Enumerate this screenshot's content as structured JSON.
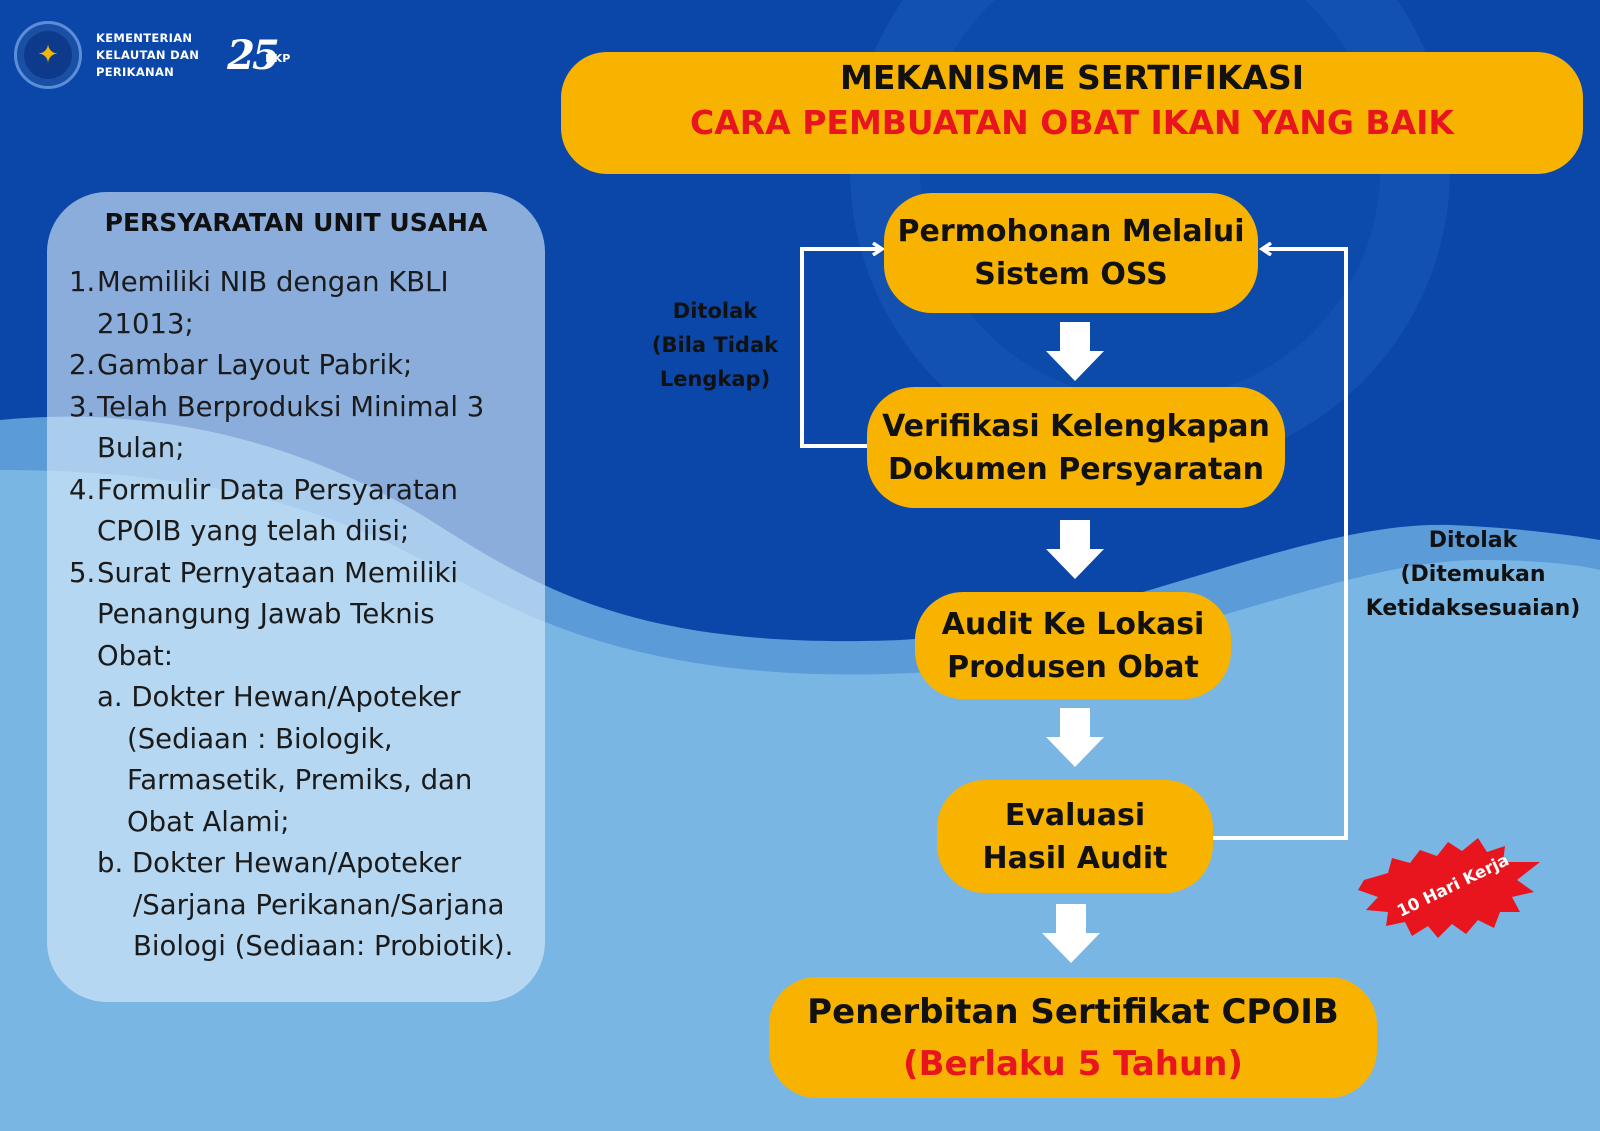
{
  "header": {
    "ministry_lines": [
      "KEMENTERIAN",
      "KELAUTAN DAN",
      "PERIKANAN"
    ],
    "anniversary_logo": "25",
    "anniversary_sub": "KKP"
  },
  "title": {
    "line1": "MEKANISME SERTIFIKASI",
    "line2": "CARA PEMBUATAN OBAT IKAN YANG BAIK"
  },
  "requirements": {
    "title": "PERSYARATAN UNIT USAHA",
    "items": [
      {
        "num": "1.",
        "lines": [
          "Memiliki NIB dengan KBLI",
          "21013;"
        ]
      },
      {
        "num": "2.",
        "lines": [
          "Gambar Layout Pabrik;"
        ]
      },
      {
        "num": "3.",
        "lines": [
          "Telah Berproduksi Minimal 3",
          "Bulan;"
        ]
      },
      {
        "num": "4.",
        "lines": [
          "Formulir Data Persyaratan",
          "CPOIB yang telah diisi;"
        ]
      },
      {
        "num": "5.",
        "lines": [
          "Surat Pernyataan Memiliki",
          "Penangung Jawab Teknis",
          "Obat:"
        ]
      }
    ],
    "sub_items": [
      {
        "lines": [
          "a. Dokter Hewan/Apoteker",
          "(Sediaan : Biologik,",
          "Farmasetik, Premiks, dan",
          "Obat Alami;"
        ]
      },
      {
        "lines": [
          "b. Dokter Hewan/Apoteker",
          "/Sarjana Perikanan/Sarjana",
          "Biologi (Sediaan: Probiotik)."
        ]
      }
    ]
  },
  "steps": [
    {
      "lines": [
        "Permohonan Melalui",
        "Sistem OSS"
      ]
    },
    {
      "lines": [
        "Verifikasi Kelengkapan",
        "Dokumen Persyaratan"
      ]
    },
    {
      "lines": [
        "Audit Ke Lokasi",
        "Produsen Obat"
      ]
    },
    {
      "lines": [
        "Evaluasi",
        "Hasil Audit"
      ]
    },
    {
      "lines": [
        "Penerbitan Sertifikat CPOIB",
        "(Berlaku 5 Tahun)"
      ]
    }
  ],
  "rejections": {
    "incomplete": [
      "Ditolak",
      "(Bila Tidak",
      "Lengkap)"
    ],
    "nonconformity": [
      "Ditolak",
      "(Ditemukan",
      "Ketidaksesuaian)"
    ]
  },
  "badge": {
    "text": "10 Hari Kerja",
    "color": "#e8141e"
  },
  "colors": {
    "background_dark": "#0a47a8",
    "background_light": "#78b4e2",
    "accent_yellow": "#f8b300",
    "accent_red": "#e8141e"
  },
  "icons": {
    "emblem": "garuda-emblem-icon",
    "flow_arrow": "arrow-down-icon"
  }
}
